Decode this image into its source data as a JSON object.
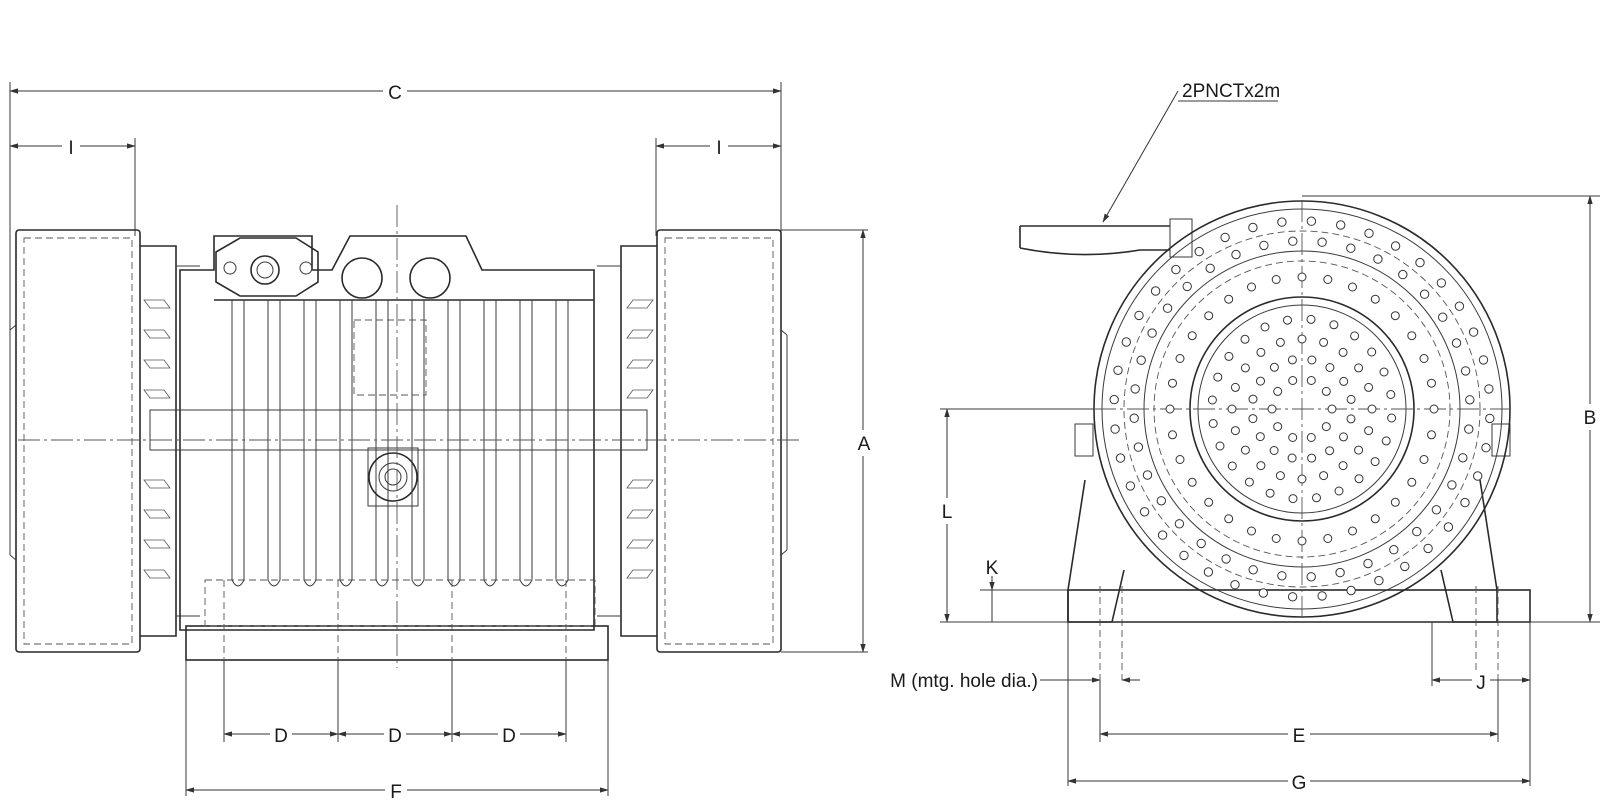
{
  "labels": {
    "overall_length": "C",
    "end_left": "I",
    "end_right": "I",
    "height_front": "A",
    "height_side": "B",
    "spacing_1": "D",
    "spacing_2": "D",
    "spacing_3": "D",
    "base_length": "F",
    "cable": "2PNCTx2m",
    "shaft_height": "L",
    "foot_thickness": "K",
    "hole_dia": "M (mtg. hole dia.)",
    "hole_edge": "J",
    "hole_centers": "E",
    "base_width": "G"
  },
  "colors": {
    "line": "#2a2a2a",
    "background": "#ffffff"
  }
}
